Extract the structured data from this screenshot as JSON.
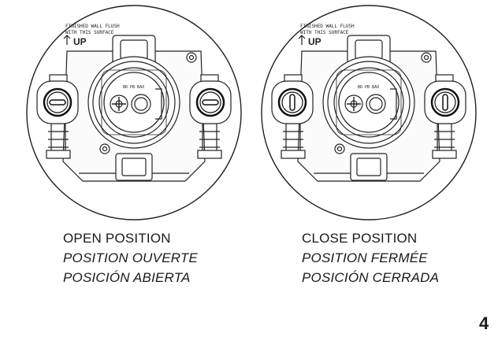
{
  "diagram": {
    "panels": [
      {
        "id": "open",
        "valve_state": "open",
        "wall_label_line1": "FINISHED WALL FLUSH",
        "wall_label_line2": "WITH THIS SURFACE",
        "up_label": "UP",
        "cartridge_label": "BD PB BAX",
        "caption_en": "OPEN POSITION",
        "caption_fr": "POSITION OUVERTE",
        "caption_es": "POSICIÓN ABIERTA"
      },
      {
        "id": "close",
        "valve_state": "closed",
        "wall_label_line1": "FINISHED WALL FLUSH",
        "wall_label_line2": "WITH THIS SURFACE",
        "up_label": "UP",
        "cartridge_label": "BD PB BAX",
        "caption_en": "CLOSE POSITION",
        "caption_fr": "POSITION FERMÉE",
        "caption_es": "POSICIÓN CERRADA"
      }
    ],
    "page_number": "4"
  }
}
